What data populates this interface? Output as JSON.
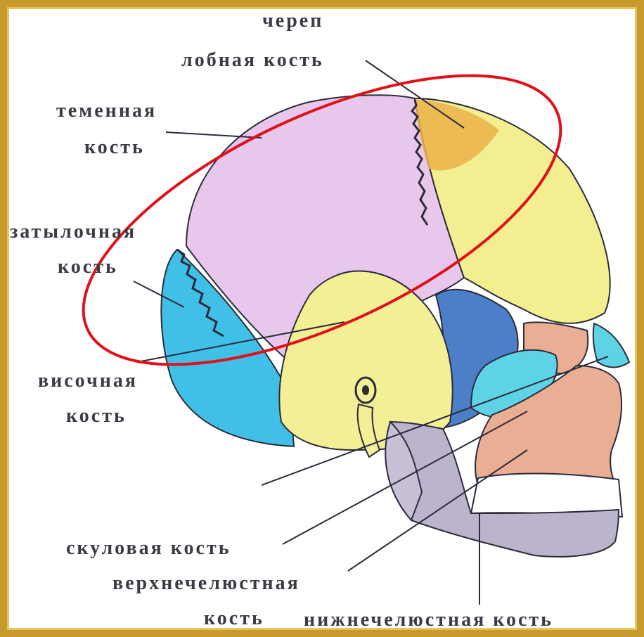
{
  "labels": {
    "skull": "череп",
    "frontal": "лобная кость",
    "parietal_1": "теменная",
    "parietal_2": "кость",
    "occipital_1": "затылочная",
    "occipital_2": "кость",
    "temporal_1": "височная",
    "temporal_2": "кость",
    "zygomatic": "скуловая кость",
    "maxilla_1": "верхнечелюстная",
    "maxilla_2": "кость",
    "mandible": "нижнечелюстная кость"
  },
  "colors": {
    "frame": "#c79a2c",
    "parietal": "#e7c8ec",
    "frontal": "#f3ee8f",
    "frontal_accent": "#ebb24a",
    "occipital": "#40c0e6",
    "temporal": "#f2ef95",
    "sphenoid": "#4d7fc8",
    "zygomatic": "#5fd3e6",
    "maxilla": "#e9ae94",
    "mandible": "#bcb4cc",
    "highlight_ellipse": "#e0101a"
  }
}
